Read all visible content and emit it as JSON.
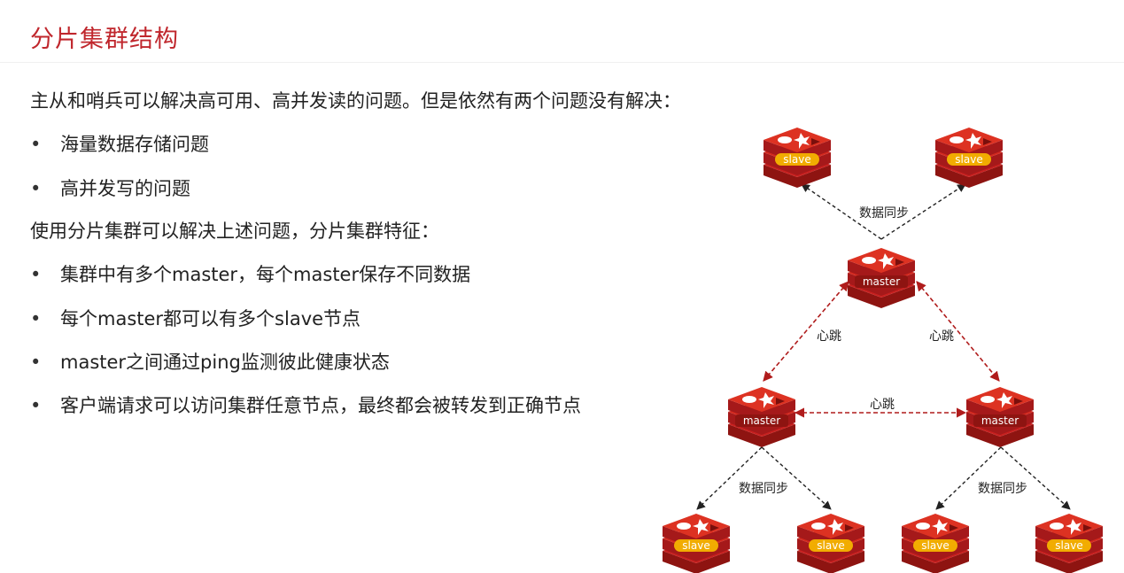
{
  "title": "分片集群结构",
  "intro": "主从和哨兵可以解决高可用、高并发读的问题。但是依然有两个问题没有解决：",
  "problems": [
    "海量数据存储问题",
    "高并发写的问题"
  ],
  "solution": "使用分片集群可以解决上述问题，分片集群特征：",
  "features": [
    "集群中有多个master，每个master保存不同数据",
    "每个master都可以有多个slave节点",
    "master之间通过ping监测彼此健康状态",
    "客户端请求可以访问集群任意节点，最终都会被转发到正确节点"
  ],
  "bullet_char": "•",
  "diagram": {
    "master_label": "master",
    "slave_label": "slave",
    "sync_label": "数据同步",
    "heartbeat_label": "心跳"
  },
  "colors": {
    "title": "#c0272d",
    "node_red": "#c8201f",
    "band_yellow": "#f4b400",
    "sync_arrow": "#222222",
    "heartbeat_arrow": "#b01c1c"
  }
}
